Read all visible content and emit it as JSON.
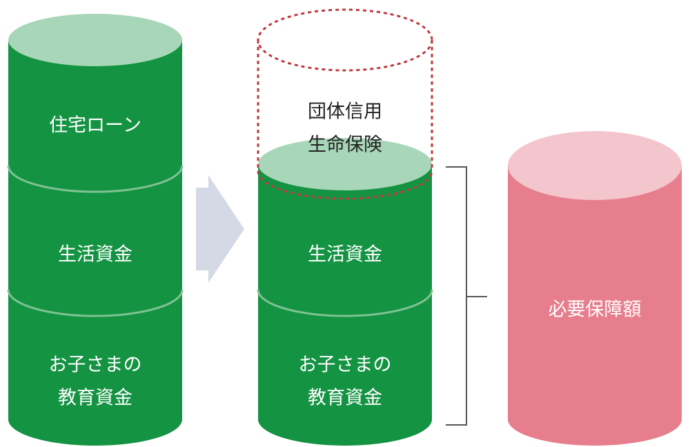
{
  "colors": {
    "green": "#149343",
    "green_top": "#a8d6b8",
    "divider": "#7fc293",
    "arrow": "#d5d9e6",
    "pink": "#e77e8e",
    "pink_top": "#f3c5cd",
    "dotted_outline": "#c0393f",
    "bracket": "#555555"
  },
  "left_cylinder": {
    "segments": [
      {
        "lines": [
          "住宅ローン"
        ]
      },
      {
        "lines": [
          "生活資金"
        ]
      },
      {
        "lines": [
          "お子さまの",
          "教育資金"
        ]
      }
    ]
  },
  "middle_cylinder": {
    "dotted_segment": {
      "lines": [
        "団体信用",
        "生命保険"
      ]
    },
    "segments": [
      {
        "lines": [
          "生活資金"
        ]
      },
      {
        "lines": [
          "お子さまの",
          "教育資金"
        ]
      }
    ]
  },
  "right_cylinder": {
    "label": "必要保障額"
  },
  "icons": {
    "arrow": "right-arrow-icon",
    "bracket": "right-bracket-icon"
  }
}
